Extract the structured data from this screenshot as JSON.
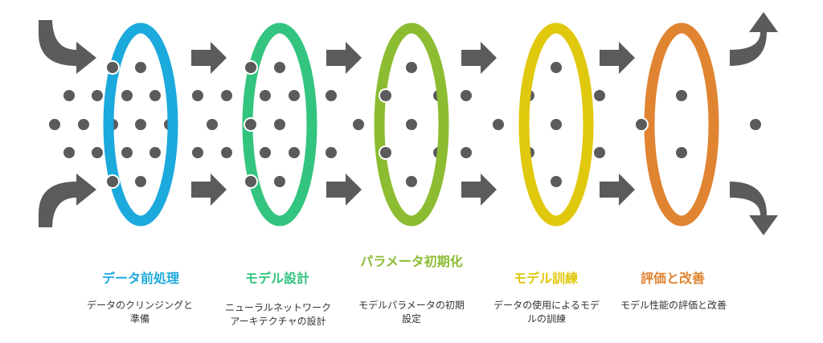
{
  "stages": [
    {
      "title": "データ前処理",
      "description": "データのクリンジングと準備",
      "color": "#1ca9dc"
    },
    {
      "title": "モデル設計",
      "description": "ニューラルネットワークアーキテクチャの設計",
      "color": "#33c47f"
    },
    {
      "title": "パラメータ初期化",
      "description": "モデルパラメータの初期設定",
      "color": "#8cbc32"
    },
    {
      "title": "モデル訓練",
      "description": "データの使用によるモデルの訓練",
      "color": "#e0c80c"
    },
    {
      "title": "評価と改善",
      "description": "モデル性能の評価と改善",
      "color": "#e08432"
    }
  ],
  "colors": {
    "dot": "#5b5b5b",
    "arrow": "#5b5b5b"
  }
}
